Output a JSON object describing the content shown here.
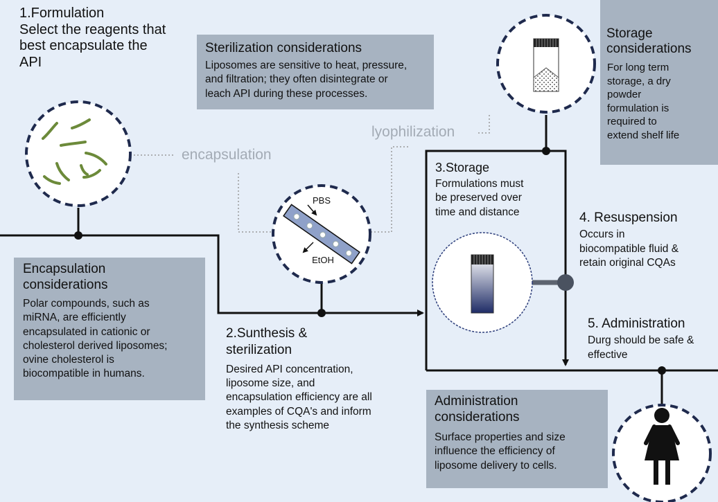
{
  "formulation": {
    "title": "1.Formulation",
    "lines": [
      "Select the reagents that",
      "best encapsulate the",
      "API"
    ]
  },
  "sterilization_box": {
    "title": "Sterilization considerations",
    "lines": [
      "Liposomes are sensitive to heat, pressure,",
      "and filtration; they often disintegrate or",
      "leach API during these processes."
    ]
  },
  "storage_box": {
    "title_lines": [
      "Storage",
      "considerations"
    ],
    "lines": [
      "For long term",
      "storage, a dry",
      "powder",
      "formulation is",
      "required to",
      "extend shelf life"
    ]
  },
  "process_labels": {
    "lyophilization": "lyophilization",
    "encapsulation": "encapsulation"
  },
  "storage_step": {
    "title": "3.Storage",
    "lines": [
      "Formulations must",
      "be preserved over",
      "time and distance"
    ]
  },
  "synthesis_icon": {
    "top": "PBS",
    "bottom": "EtOH"
  },
  "resuspension": {
    "title": "4. Resuspension",
    "lines": [
      "Occurs in",
      "biocompatible fluid &",
      "retain original CQAs"
    ]
  },
  "encapsulation_box": {
    "title_lines": [
      "Encapsulation",
      "considerations"
    ],
    "lines": [
      "Polar compounds, such as",
      "miRNA, are efficiently",
      "encapsulated in cationic or",
      "cholesterol derived liposomes;",
      "ovine cholesterol is",
      "biocompatible in humans."
    ]
  },
  "synthesis_step": {
    "title_lines": [
      "2.Sunthesis &",
      "sterilization"
    ],
    "lines": [
      "Desired API concentration,",
      "liposome size, and",
      "encapsulation efficiency are all",
      "examples of CQA's and inform",
      "the synthesis scheme"
    ]
  },
  "administration_step": {
    "title": "5. Administration",
    "lines": [
      "Durg should be safe &",
      "effective"
    ]
  },
  "administration_box": {
    "title_lines": [
      "Administration",
      "considerations"
    ],
    "lines": [
      "Surface properties and size",
      "influence the efficiency of",
      "liposome delivery to cells."
    ]
  },
  "colors": {
    "background": "#e6eef8",
    "box": "#a7b3c1",
    "line": "#111111",
    "circle_dash": "#1f2a4d",
    "mirna_green": "#6c8a3a",
    "grey_text": "#a3abb5",
    "vial_blue": "#1f2c66"
  }
}
